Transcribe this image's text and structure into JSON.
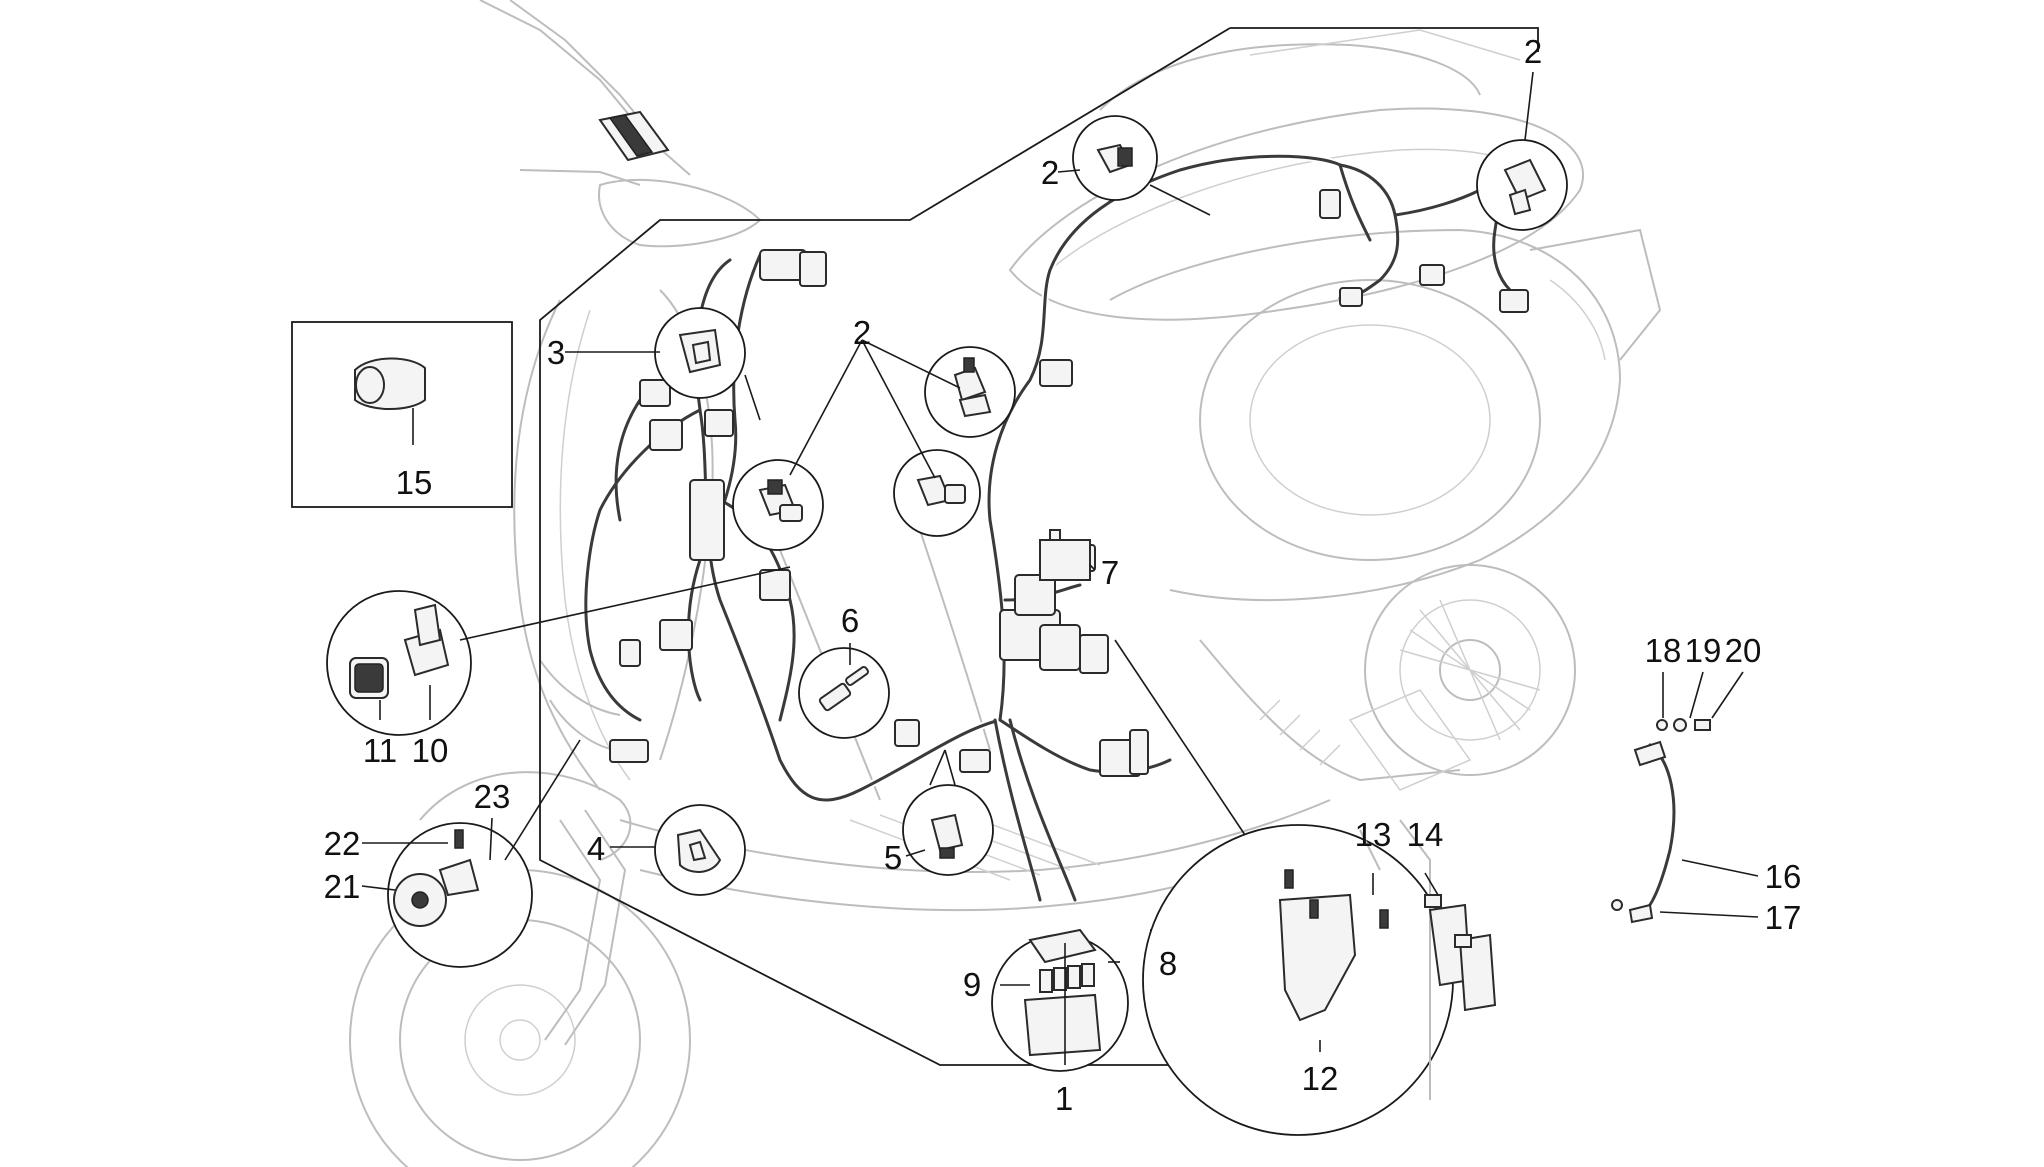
{
  "callouts": {
    "c1": "1",
    "c2a": "2",
    "c2b": "2",
    "c2c": "2",
    "c3": "3",
    "c4": "4",
    "c5": "5",
    "c6": "6",
    "c7": "7",
    "c8": "8",
    "c9": "9",
    "c10": "10",
    "c11": "11",
    "c12": "12",
    "c13": "13",
    "c14": "14",
    "c15": "15",
    "c16": "16",
    "c17": "17",
    "c18": "18",
    "c19": "19",
    "c20": "20",
    "c21": "21",
    "c22": "22",
    "c23": "23"
  }
}
